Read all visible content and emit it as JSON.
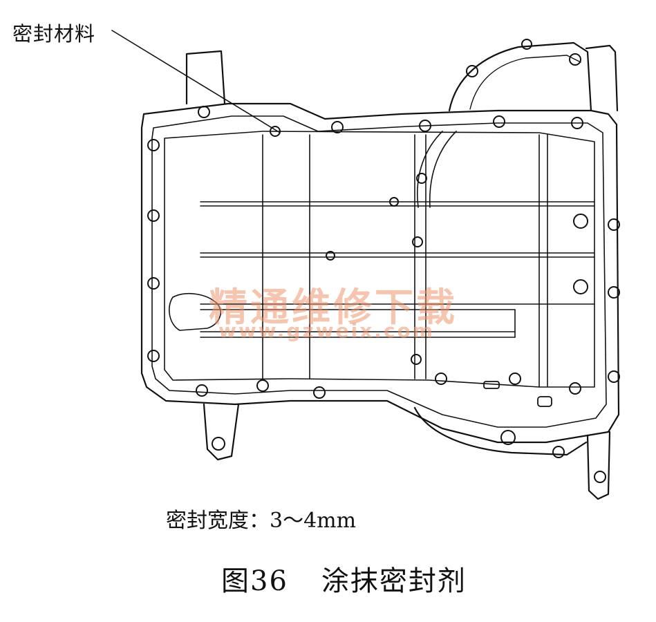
{
  "labels": {
    "sealant_material": "密封材料",
    "sealant_width": "密封宽度：3～4mm",
    "figure_number": "图36",
    "figure_title": "涂抹密封剂"
  },
  "watermark": {
    "chinese": "精通维修下载",
    "url": "www.gzweix.com",
    "color": "#EE966E"
  },
  "icons": {
    "part": "oil-pan-icon"
  }
}
